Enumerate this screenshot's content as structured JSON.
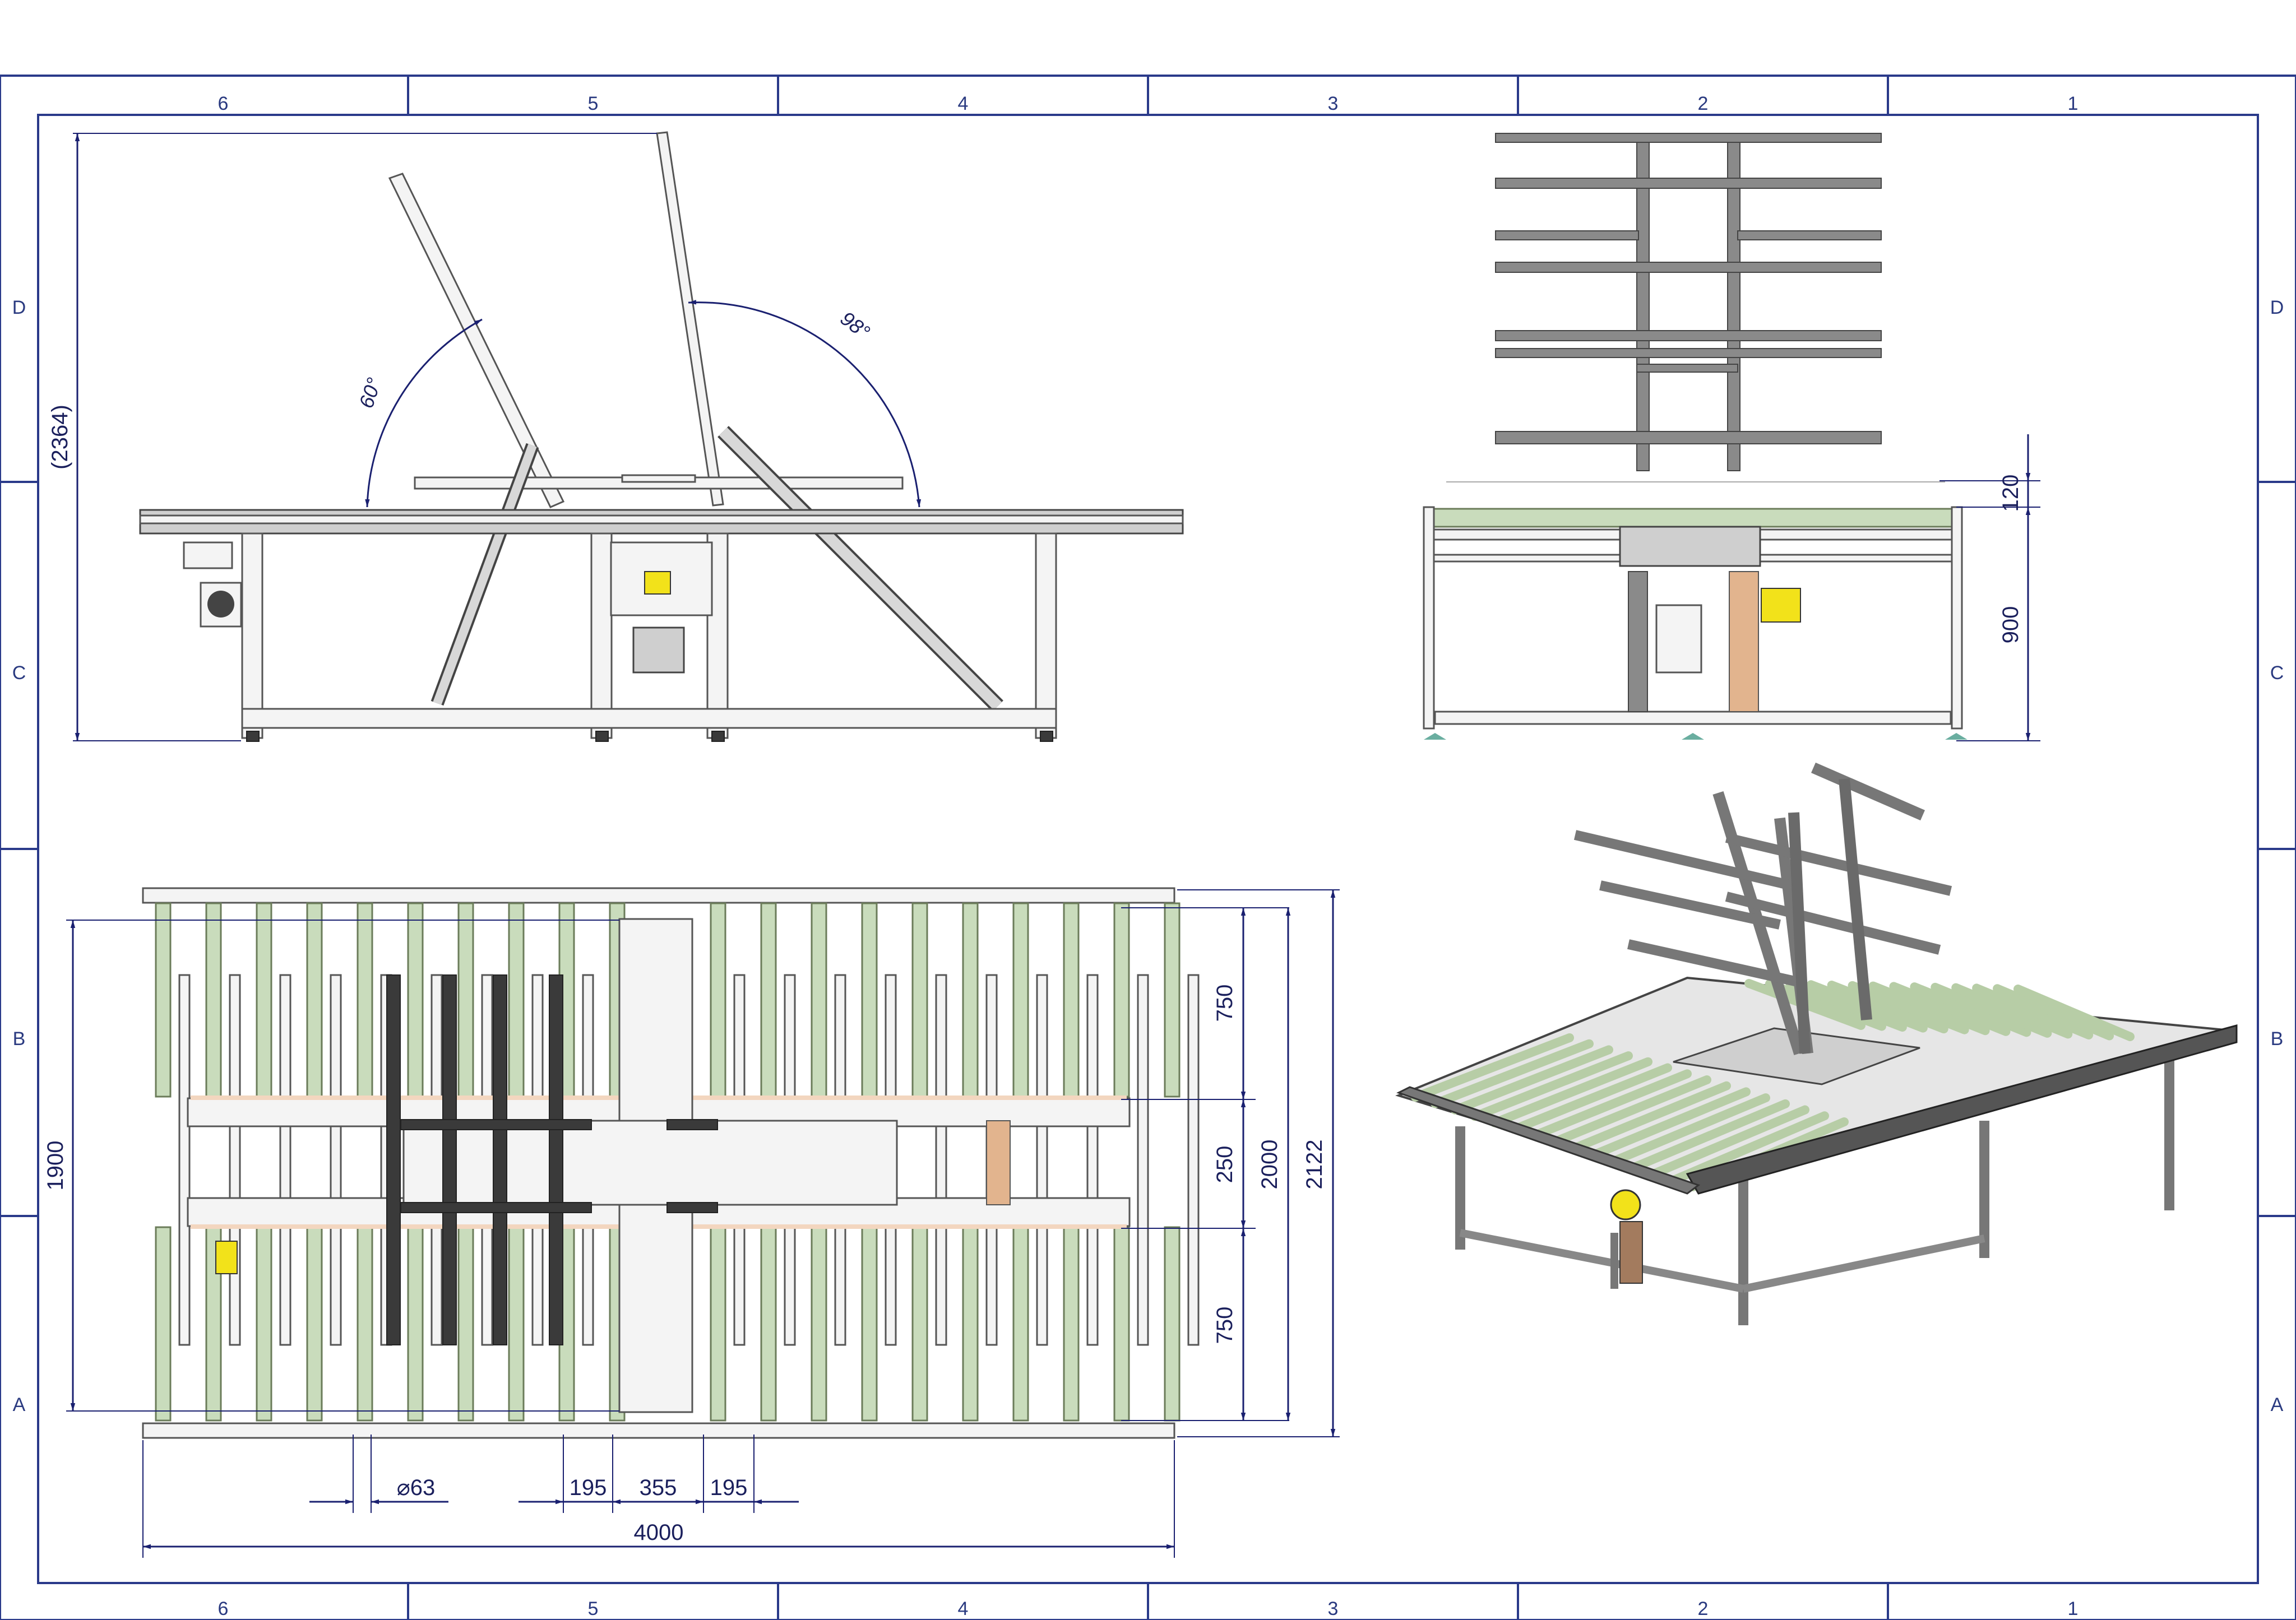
{
  "sheet": {
    "columns": [
      "6",
      "5",
      "4",
      "3",
      "2",
      "1"
    ],
    "rows": [
      "D",
      "C",
      "B",
      "A"
    ]
  },
  "dimensions": {
    "side_view": {
      "overall_height": "(2364)",
      "angle_left": "60°",
      "angle_right": "98°"
    },
    "front_view": {
      "top_offset": "120",
      "table_height": "900"
    },
    "top_view": {
      "section_width": "1900",
      "left_section": "750",
      "gap": "250",
      "right_section": "750",
      "inner_width": "2000",
      "overall_width": "2122",
      "roller_diameter": "⌀63",
      "spacing_left": "195",
      "center_gap": "355",
      "spacing_right": "195",
      "overall_length": "4000"
    }
  },
  "colors": {
    "frame": "#2a3a8a",
    "dimension": "#1a2070",
    "roller": "#c9dcbc",
    "motor": "#f2e21a",
    "wood": "#e2b48e"
  }
}
